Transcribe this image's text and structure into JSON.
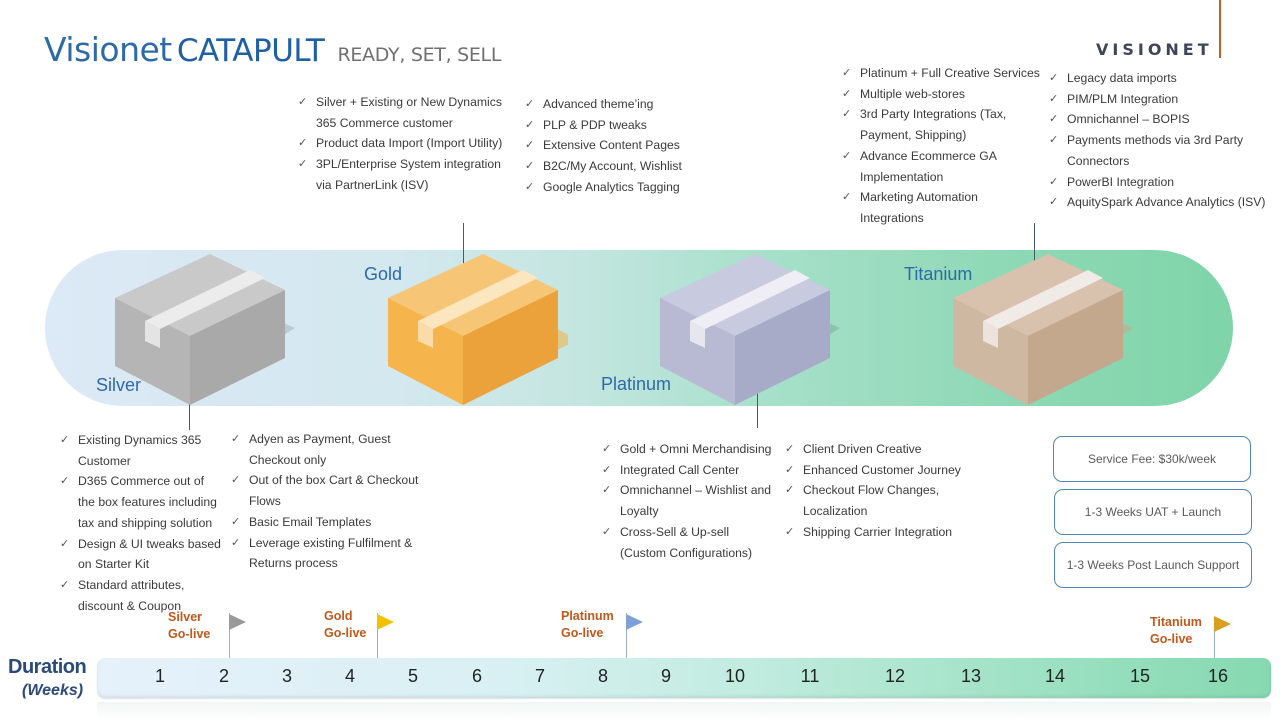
{
  "header": {
    "title_part1": "Visionet",
    "title_part2": "CATAPULT",
    "tagline": "READY, SET, SELL",
    "logo_text": "VISIONET"
  },
  "tiers": [
    {
      "name": "Silver",
      "color": "#c4c4c4"
    },
    {
      "name": "Gold",
      "color": "#f2b24a"
    },
    {
      "name": "Platinum",
      "color": "#b9bcd6"
    },
    {
      "name": "Titanium",
      "color": "#d3bba6"
    }
  ],
  "features": {
    "silver_col1": [
      [
        "Existing Dynamics 365",
        "Customer"
      ],
      [
        "D365 Commerce out of",
        "the box features including",
        "tax and shipping solution"
      ],
      [
        "Design & UI tweaks based",
        "on Starter Kit"
      ],
      [
        "Standard attributes,",
        "discount & Coupon"
      ]
    ],
    "silver_col2": [
      [
        "Adyen as Payment, Guest",
        "Checkout only"
      ],
      [
        "Out of the box Cart & Checkout",
        "Flows"
      ],
      [
        "Basic Email Templates"
      ],
      [
        "Leverage existing Fulfilment &",
        "Returns process"
      ]
    ],
    "gold_col1": [
      [
        "Silver + Existing or New Dynamics",
        "365 Commerce customer"
      ],
      [
        "Product data Import (Import Utility)"
      ],
      [
        "3PL/Enterprise System integration",
        "via PartnerLink (ISV)"
      ]
    ],
    "gold_col2": [
      [
        "Advanced theme’ing"
      ],
      [
        "PLP & PDP tweaks"
      ],
      [
        "Extensive Content Pages"
      ],
      [
        "B2C/My Account, Wishlist"
      ],
      [
        "Google Analytics Tagging"
      ]
    ],
    "platinum_col1": [
      [
        "Gold + Omni Merchandising"
      ],
      [
        "Integrated Call Center"
      ],
      [
        "Omnichannel – Wishlist and",
        "Loyalty"
      ],
      [
        "Cross-Sell & Up-sell",
        "(Custom Configurations)"
      ]
    ],
    "platinum_col2": [
      [
        "Client Driven Creative"
      ],
      [
        "Enhanced Customer Journey"
      ],
      [
        "Checkout Flow Changes,",
        "Localization"
      ],
      [
        "Shipping Carrier Integration"
      ]
    ],
    "titanium_col1": [
      [
        "Platinum + Full Creative Services"
      ],
      [
        "Multiple web-stores"
      ],
      [
        "3rd Party Integrations (Tax,",
        "Payment, Shipping)"
      ],
      [
        "Advance Ecommerce GA",
        "Implementation"
      ],
      [
        "Marketing Automation",
        "Integrations"
      ]
    ],
    "titanium_col2": [
      [
        "Legacy data imports"
      ],
      [
        "PIM/PLM Integration"
      ],
      [
        "Omnichannel – BOPIS"
      ],
      [
        "Payments methods via 3rd Party",
        "Connectors"
      ],
      [
        "PowerBI Integration"
      ],
      [
        "AquitySpark Advance Analytics (ISV)"
      ]
    ]
  },
  "check_glyph": "✓",
  "service": {
    "fee": "Service Fee: $30k/week",
    "uat": "1-3 Weeks UAT + Launch",
    "support": "1-3 Weeks Post Launch Support"
  },
  "timeline": {
    "label": "Duration",
    "unit": "(Weeks)",
    "weeks": [
      "1",
      "2",
      "3",
      "4",
      "5",
      "6",
      "7",
      "8",
      "9",
      "10",
      "11",
      "12",
      "13",
      "14",
      "15",
      "16"
    ],
    "milestones": [
      {
        "line1": "Silver",
        "line2": "Go-live",
        "week": 2,
        "flag_color": "#9a9a9a"
      },
      {
        "line1": "Gold",
        "line2": "Go-live",
        "week": 4.5,
        "flag_color": "#f2c200"
      },
      {
        "line1": "Platinum",
        "line2": "Go-live",
        "week": 8.5,
        "flag_color": "#7f9fd8"
      },
      {
        "line1": "Titanium",
        "line2": "Go-live",
        "week": 16,
        "flag_color": "#d8a020"
      }
    ]
  }
}
